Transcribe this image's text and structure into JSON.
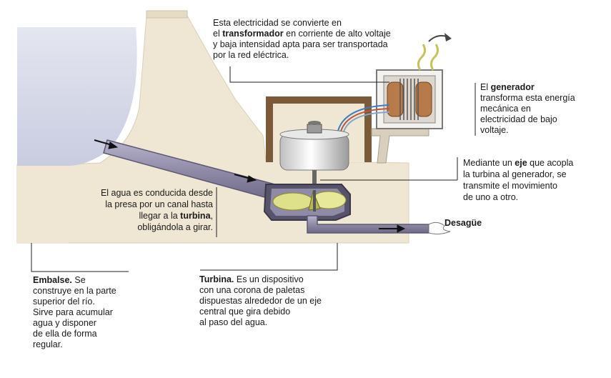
{
  "colors": {
    "dam": "#efe7d4",
    "reservoir": "#d7d9e8",
    "pipe": "#8f8aa6",
    "turbine": "#dfe08a",
    "generator_box": "#7b5a3a",
    "leader": "#222222"
  },
  "labels": {
    "transformador": {
      "l1": "Esta electricidad se convierte en",
      "l2_pre": "el ",
      "l2_bold": "transformador",
      "l2_post": " en corriente de alto voltaje",
      "l3": "y baja intensidad apta para ser transportada",
      "l4": "por la red eléctrica."
    },
    "generador": {
      "l1_pre": "El ",
      "l1_bold": "generador",
      "l2": "transforma esta energía",
      "l3": "mecánica en",
      "l4": "electricidad de bajo",
      "l5": "voltaje."
    },
    "eje": {
      "l1_pre": "Mediante un ",
      "l1_bold": "eje",
      "l1_post": " que acopla",
      "l2": "la turbina al generador, se",
      "l3": "transmite el movimiento",
      "l4": "de uno a otro."
    },
    "agua": {
      "l1": "El agua es conducida desde",
      "l2": "la presa por un canal hasta",
      "l3_pre": "llegar a la ",
      "l3_bold": "turbina",
      "l3_post": ",",
      "l4": "obligándola a girar."
    },
    "desague": "Desagüe",
    "embalse": {
      "l1_bold": "Embalse.",
      "l1_post": " Se",
      "l2": "construye en la parte",
      "l3": "superior del río.",
      "l4": "Sirve para acumular",
      "l5": "agua y disponer",
      "l6": "de ella de forma",
      "l7": "regular."
    },
    "turbina": {
      "l1_bold": "Turbina.",
      "l1_post": " Es un dispositivo",
      "l2": "con una corona de paletas",
      "l3": "dispuestas alrededor de un eje",
      "l4": "central que gira debido",
      "l5": "al paso del agua."
    }
  }
}
